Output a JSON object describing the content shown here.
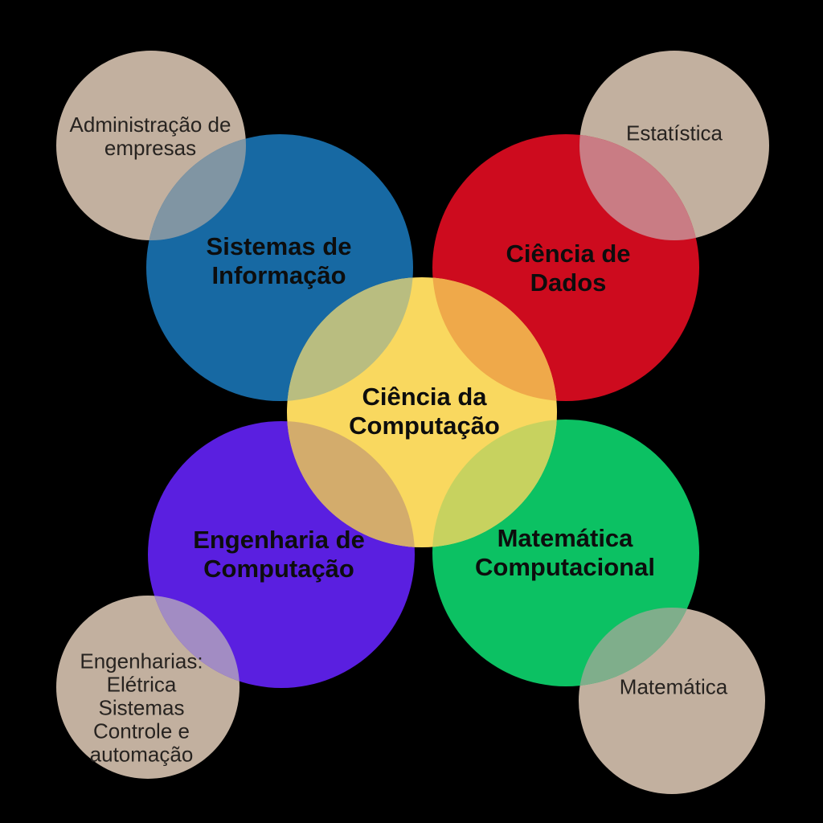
{
  "labels": {
    "center": "Ciência da\nComputação",
    "info_systems": "Sistemas de\nInformação",
    "data_science": "Ciência de\nDados",
    "comp_engineering": "Engenharia de\nComputação",
    "comp_math": "Matemática\nComputacional",
    "business_admin": "Administração de\nempresas",
    "statistics": "Estatística",
    "engineering_fields": "Engenharias:\nElétrica\nSistemas\nControle e\nautomação",
    "mathematics": "Matemática"
  },
  "colors": {
    "background": "#000000",
    "text_bold": "#0d0d0d",
    "text_regular": "#272320",
    "center": "#f9d85f",
    "info_systems": "#1769a3",
    "data_science": "#cd0b1e",
    "comp_engineering": "#5a1fe0",
    "comp_math": "#0cc163",
    "related": "#c2b09f",
    "overlap_center_info_systems": "#b9bd80",
    "overlap_center_data_science": "#efa94a",
    "overlap_center_comp_engineering": "#d3ac6c",
    "overlap_center_comp_math": "#c7d25f",
    "overlap_info_systems_related": "#8095a3",
    "overlap_data_science_related": "#c97c84",
    "overlap_comp_engineering_related": "#a28cc3",
    "overlap_comp_math_related": "#7fae8b"
  }
}
